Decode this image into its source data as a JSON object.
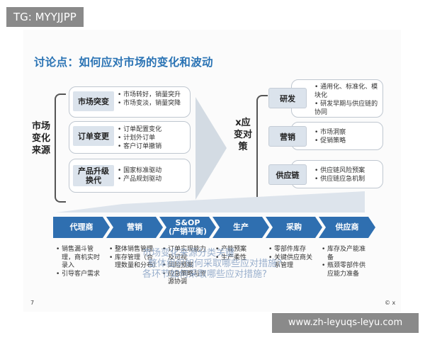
{
  "tag": "TG: MYYJJPP",
  "title": "讨论点：如何应对市场的变化和波动",
  "left_heading": "市场\n变化\n来源",
  "left_items": [
    {
      "label": "市场突变",
      "bullets": [
        "市场转好，销量突升",
        "市场变淡，销量突降"
      ]
    },
    {
      "label": "订单变更",
      "bullets": [
        "订单配置变化",
        "计划外订单",
        "客户订单撤销"
      ]
    },
    {
      "label": "产品升级\n换代",
      "bullets": [
        "国家标准驱动",
        "产品规划驱动"
      ]
    }
  ],
  "middle_heading": "x应\n变对\n策",
  "right_items": [
    {
      "label": "研发",
      "bullets": [
        "通用化、标准化、模块化",
        "研发早期与供应链的协同"
      ]
    },
    {
      "label": "营销",
      "bullets": [
        "市场洞察",
        "促销策略"
      ]
    },
    {
      "label": "供应链",
      "bullets": [
        "供应链风险预案",
        "供应链应急机制"
      ]
    }
  ],
  "chevrons": [
    {
      "label": "代理商"
    },
    {
      "label": "营销"
    },
    {
      "label": "S&OP\n(产销平衡)"
    },
    {
      "label": "生产"
    },
    {
      "label": "采购"
    },
    {
      "label": "供应商"
    }
  ],
  "columns": [
    [
      "销售漏斗管理，商机实时录入",
      "引导客户需求"
    ],
    [
      "整体销售管理",
      "库存管理（合理数量和分布）"
    ],
    [
      "订单实现能力及可视",
      "风险预案",
      "应急策略与资源协调"
    ],
    [
      "产能预案",
      "生产柔性"
    ],
    [
      "零部件库存",
      "关键供应商关系管理"
    ],
    [
      "库存及产能准备",
      "瓶颈零部件供应能力准备"
    ]
  ],
  "overlay_text": [
    "市场变化来源分类关键",
    "整体组织如何采取哪些应对措施？",
    "各环节如何采取哪些应对措施?"
  ],
  "page_number": "7",
  "logo": "©",
  "logo_suffix": "x",
  "url": "www.zh-leyuqs-leyu.com",
  "colors": {
    "title": "#2a73b4",
    "chevron": "#2f6fb0",
    "label_box": "#dbe3ec"
  }
}
